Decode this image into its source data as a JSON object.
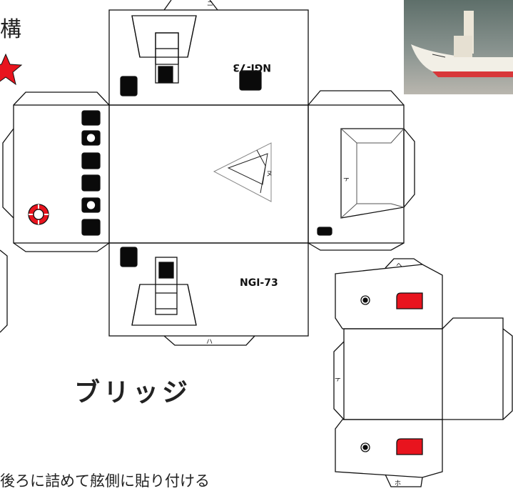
{
  "heading_partial": "構",
  "bridge_title": "ブリッジ",
  "instruction_partial": "後ろに詰めて舷側に貼り付ける",
  "hull_number": "NGI-73",
  "mirrored_hull_number": "NGI-73",
  "tab_labels": {
    "top": "ニ",
    "bottom": "ハ",
    "right_face": "ト",
    "center_triangle": "ヌ",
    "small_top": "ヘ",
    "small_bottom": "ホ",
    "small_side": "ト"
  },
  "icons": [
    "star-icon",
    "life-ring-icon",
    "porthole-icon",
    "window-icon"
  ],
  "colors": {
    "star": "#e8141e",
    "life_ring": "#e8141e",
    "small_window": "#e8141e",
    "window": "#0a0a0a",
    "line": "#111111"
  }
}
